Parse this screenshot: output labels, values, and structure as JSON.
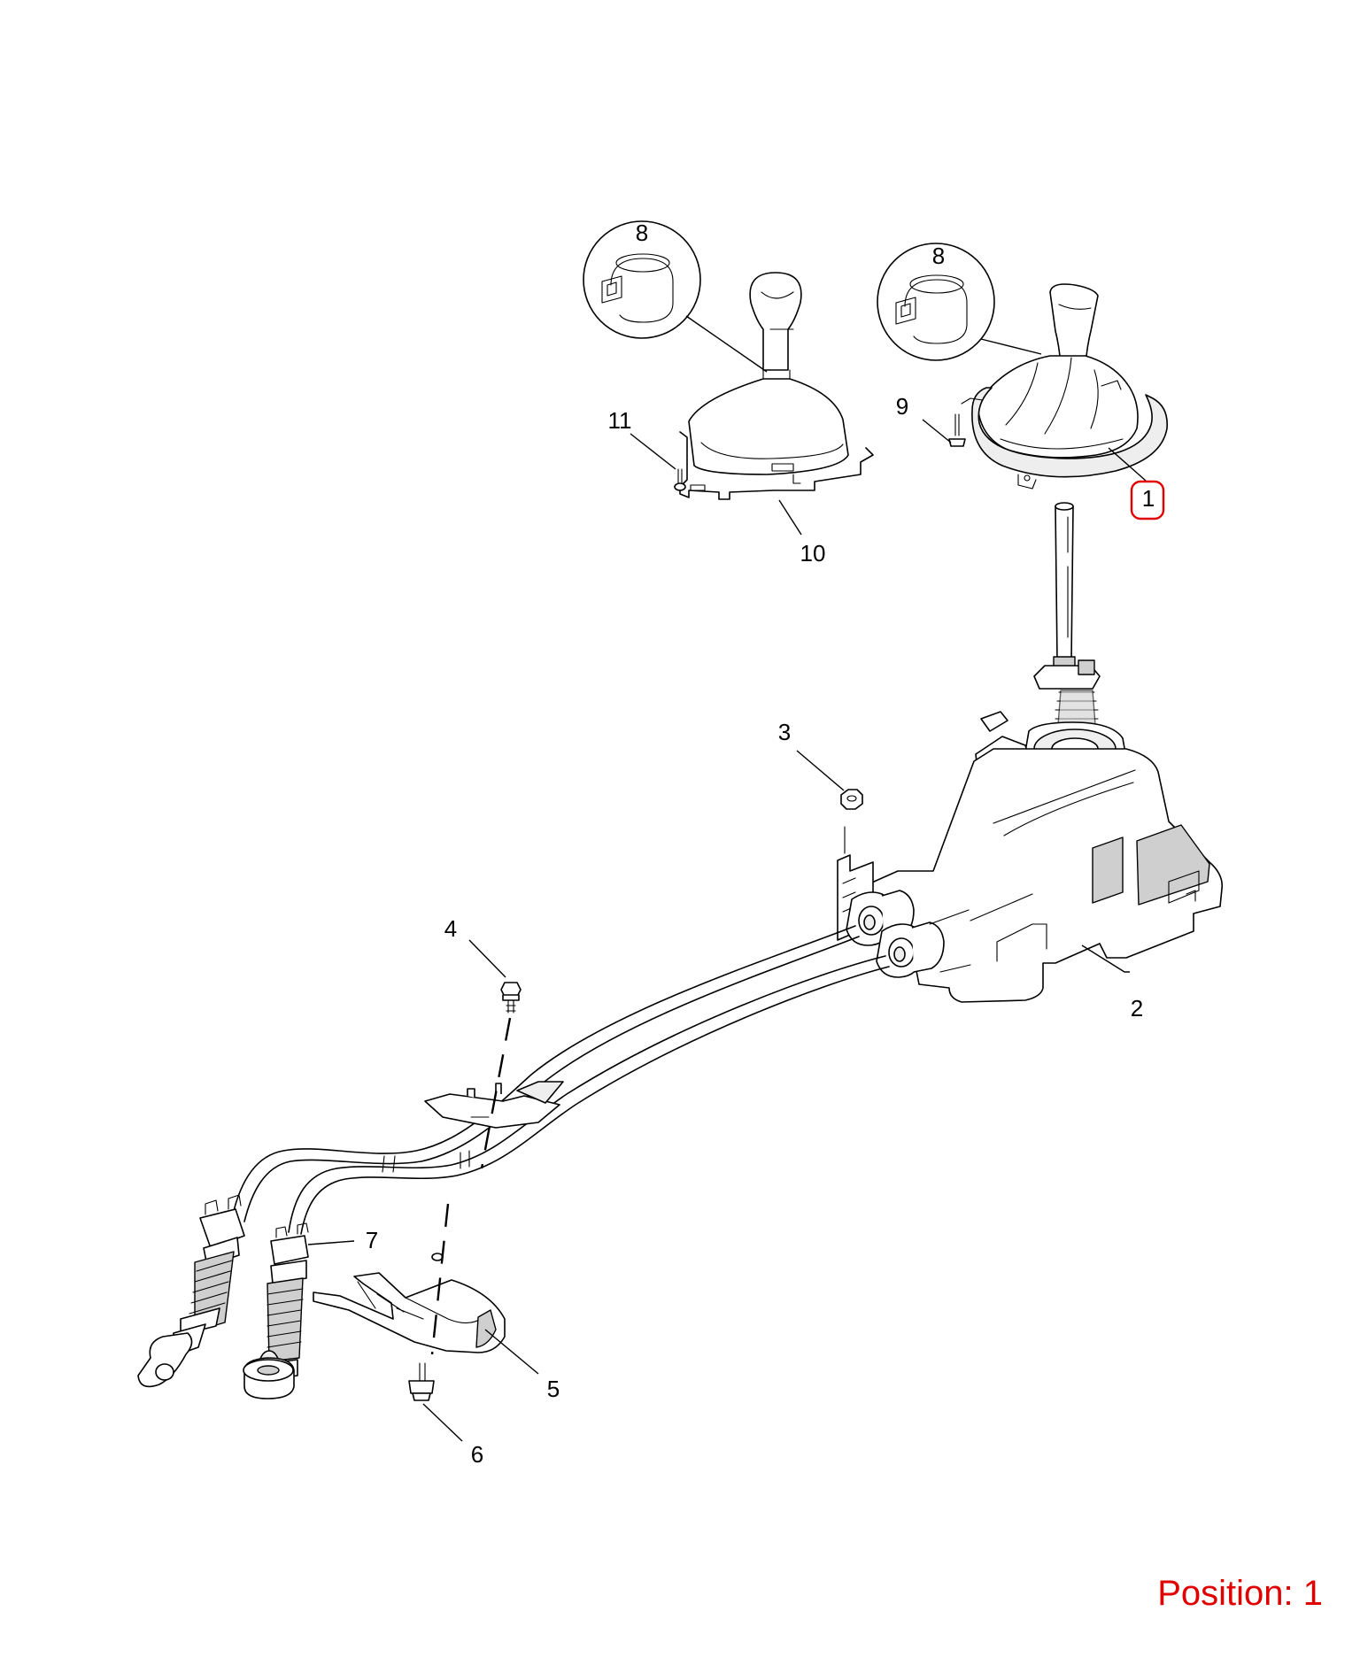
{
  "callouts": {
    "c1": "1",
    "c2": "2",
    "c3": "3",
    "c4": "4",
    "c5": "5",
    "c6": "6",
    "c7": "7",
    "c8_left": "8",
    "c8_right": "8",
    "c9": "9",
    "c10": "10",
    "c11": "11"
  },
  "highlight": {
    "callout": "1",
    "color": "#e00000"
  },
  "position": {
    "prefix": "Position: ",
    "value": "1",
    "color": "#e00000"
  }
}
